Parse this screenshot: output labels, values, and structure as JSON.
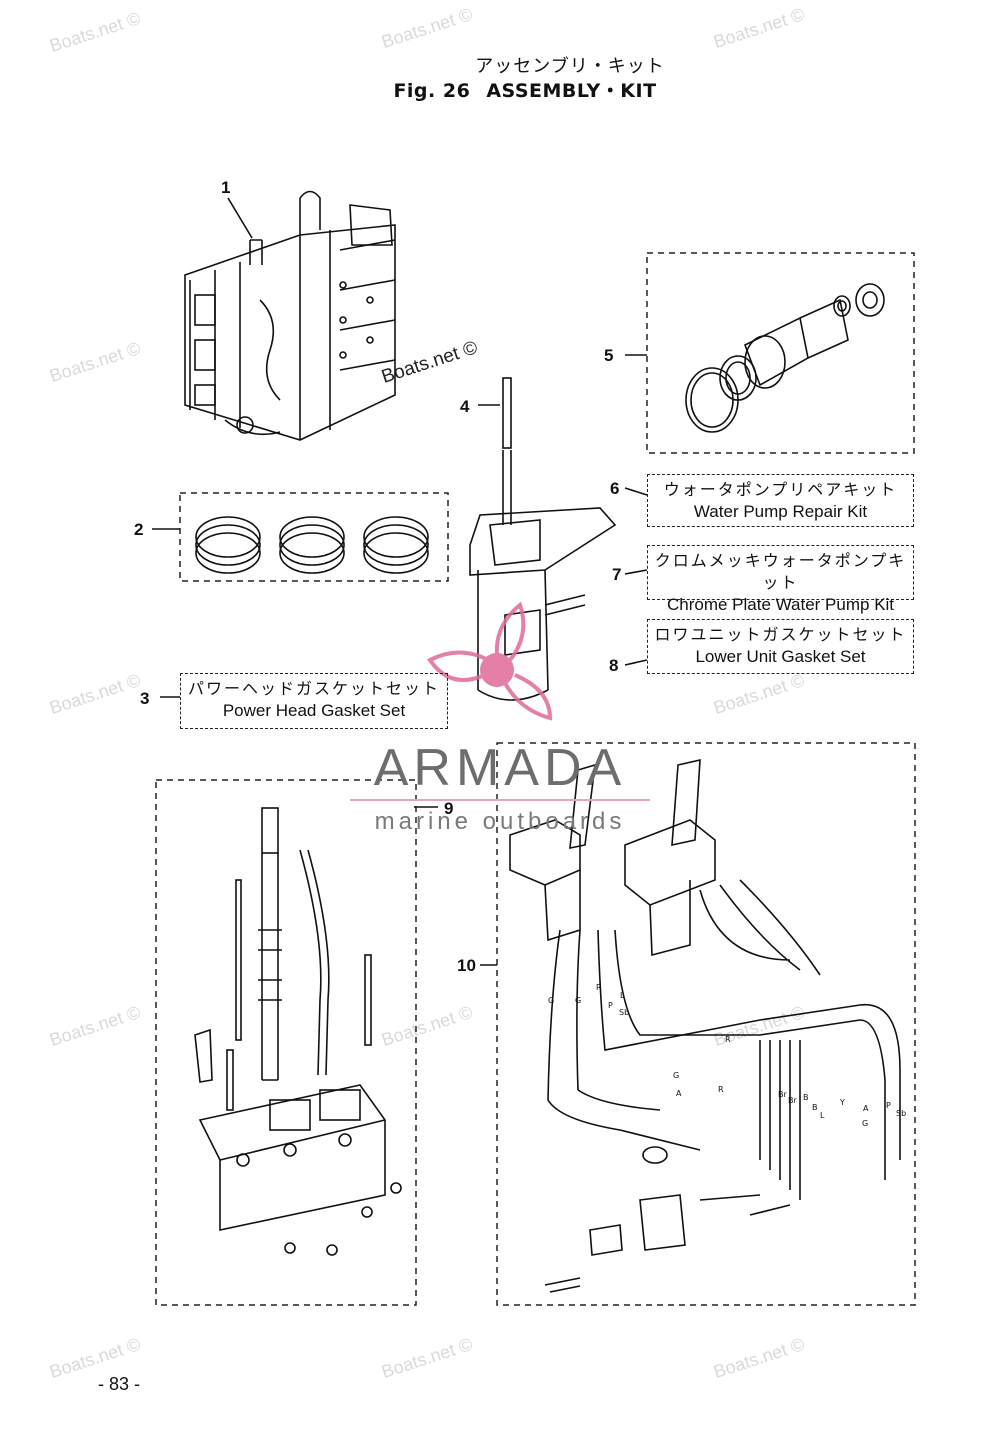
{
  "header": {
    "title_jp": "アッセンブリ・キット",
    "fig_label": "Fig. 26",
    "title_en": "ASSEMBLY・KIT"
  },
  "callouts": [
    "1",
    "2",
    "3",
    "4",
    "5",
    "6",
    "7",
    "8",
    "9",
    "10"
  ],
  "kits": {
    "water_pump_repair": {
      "jp": "ウォータポンプリペアキット",
      "en": "Water Pump Repair Kit"
    },
    "chrome_plate": {
      "jp": "クロムメッキウォータポンプキット",
      "en": "Chrome Plate Water Pump Kit"
    },
    "lower_unit_gasket": {
      "jp": "ロワユニットガスケットセット",
      "en": "Lower Unit Gasket Set"
    },
    "power_head_gasket": {
      "jp": "パワーヘッドガスケットセット",
      "en": "Power Head Gasket Set"
    }
  },
  "watermark": "Boats.net ©",
  "brand": {
    "name": "ARMADA",
    "tagline": "marine outboards"
  },
  "wire_codes": [
    "G",
    "G",
    "R",
    "P",
    "L",
    "Sb",
    "G",
    "A",
    "R",
    "R",
    "Br",
    "Br",
    "B",
    "B",
    "Y",
    "L",
    "G",
    "A",
    "P",
    "Sb"
  ],
  "page_number": "- 83 -",
  "colors": {
    "ink": "#111111",
    "watermark": "#d9d9d9",
    "logo_pink": "#e06a9a"
  }
}
